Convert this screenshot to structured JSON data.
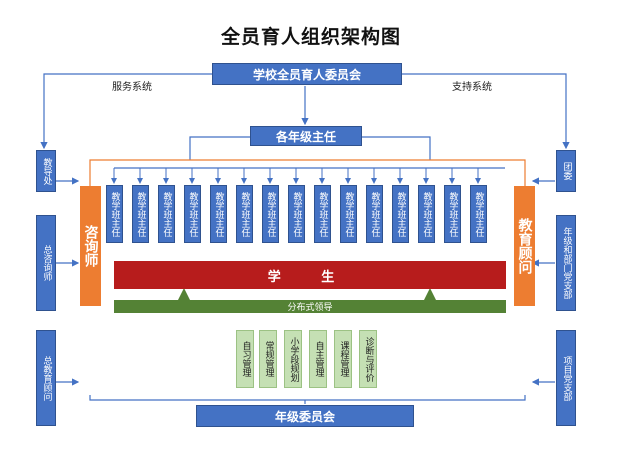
{
  "title": "全员育人组织架构图",
  "committee": "学校全员育人委员会",
  "service_label": "服务系统",
  "support_label": "支持系统",
  "grade_director": "各年级主任",
  "counselor": "咨询师",
  "advisor": "教育顾问",
  "left_boxes": [
    "教导处",
    "总咨询师",
    "总教育顾问"
  ],
  "right_boxes": [
    "团委",
    "年级和部门党支部",
    "项目党支部"
  ],
  "class_teacher": "教学班主任",
  "class_count": 15,
  "students": "学 生",
  "distributed": "分布式领导",
  "management": [
    "自习管理",
    "常规管理",
    "小学段规划",
    "自主管理",
    "课程管理",
    "诊断与评价"
  ],
  "grade_committee": "年级委员会",
  "colors": {
    "blue": "#4472c4",
    "orange": "#ed7d31",
    "red": "#b71c1c",
    "green": "#548235",
    "light_green": "#c5e0b4",
    "panel": "#ededed"
  }
}
